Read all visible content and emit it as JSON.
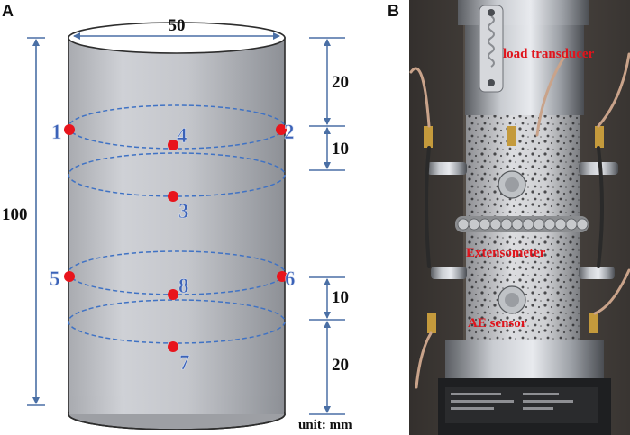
{
  "panels": {
    "a_label": "A",
    "b_label": "B"
  },
  "dimensions": {
    "diameter": "50",
    "height": "100",
    "top_gap": "20",
    "top_spacing": "10",
    "bottom_spacing": "10",
    "bottom_gap": "20",
    "unit": "unit: mm"
  },
  "sensors": [
    "1",
    "2",
    "3",
    "4",
    "5",
    "6",
    "7",
    "8"
  ],
  "photo_labels": {
    "load_transducer": "load transducer",
    "extensometer": "Extensometer",
    "ae_sensor": "AE sensor"
  },
  "colors": {
    "dimension_line": "#4a6fa5",
    "sensor_dot": "#e8141c",
    "sensor_number": "#3b62b8",
    "ring_dash": "#3f72c4",
    "photo_label": "#e0141c"
  }
}
